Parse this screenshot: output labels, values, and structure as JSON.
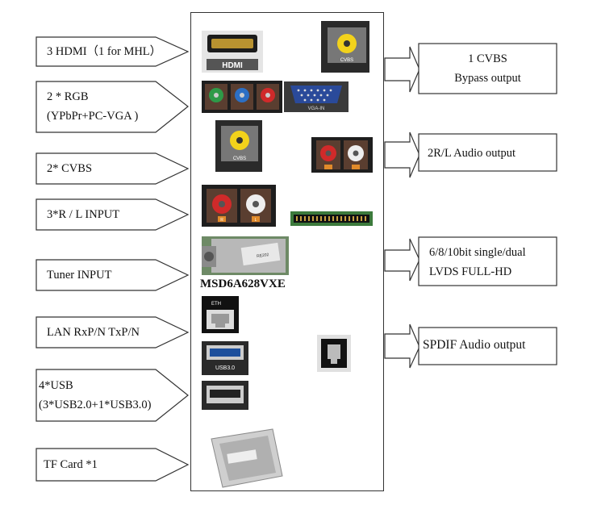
{
  "title": "MSD6A628VXE",
  "inputs": [
    {
      "id": "hdmi",
      "lines": [
        "3 HDMI（1 for MHL）"
      ]
    },
    {
      "id": "rgb",
      "lines": [
        "2 * RGB",
        "(YPbPr+PC-VGA )"
      ]
    },
    {
      "id": "cvbs",
      "lines": [
        "2* CVBS"
      ]
    },
    {
      "id": "rl",
      "lines": [
        "3*R / L INPUT"
      ]
    },
    {
      "id": "tuner",
      "lines": [
        "Tuner INPUT"
      ]
    },
    {
      "id": "lan",
      "lines": [
        "LAN RxP/N TxP/N"
      ]
    },
    {
      "id": "usb",
      "lines": [
        "4*USB",
        "(3*USB2.0+1*USB3.0)"
      ]
    },
    {
      "id": "tf",
      "lines": [
        "TF Card *1"
      ]
    }
  ],
  "outputs": [
    {
      "id": "cvbs-out",
      "lines": [
        "1 CVBS",
        "Bypass output"
      ]
    },
    {
      "id": "audio-out",
      "lines": [
        "2R/L Audio output"
      ]
    },
    {
      "id": "lvds",
      "lines": [
        "6/8/10bit single/dual",
        "LVDS FULL-HD"
      ]
    },
    {
      "id": "spdif",
      "lines": [
        "SPDIF Audio output"
      ]
    }
  ],
  "connector_text": {
    "hdmi": "HDMI",
    "cvbs": "CVBS",
    "vga": "VGA-IN",
    "eth": "ETH",
    "usb3": "USB3.0",
    "r": "R",
    "l": "L",
    "tuner": "RE202"
  },
  "colors": {
    "rca_green": "#2e9a48",
    "rca_blue": "#2c6fc4",
    "rca_red": "#d02a2a",
    "rca_white": "#eeeeee",
    "rca_yellow": "#f2d21b",
    "vga_blue": "#2a4a9a",
    "board_line": "#333333"
  }
}
